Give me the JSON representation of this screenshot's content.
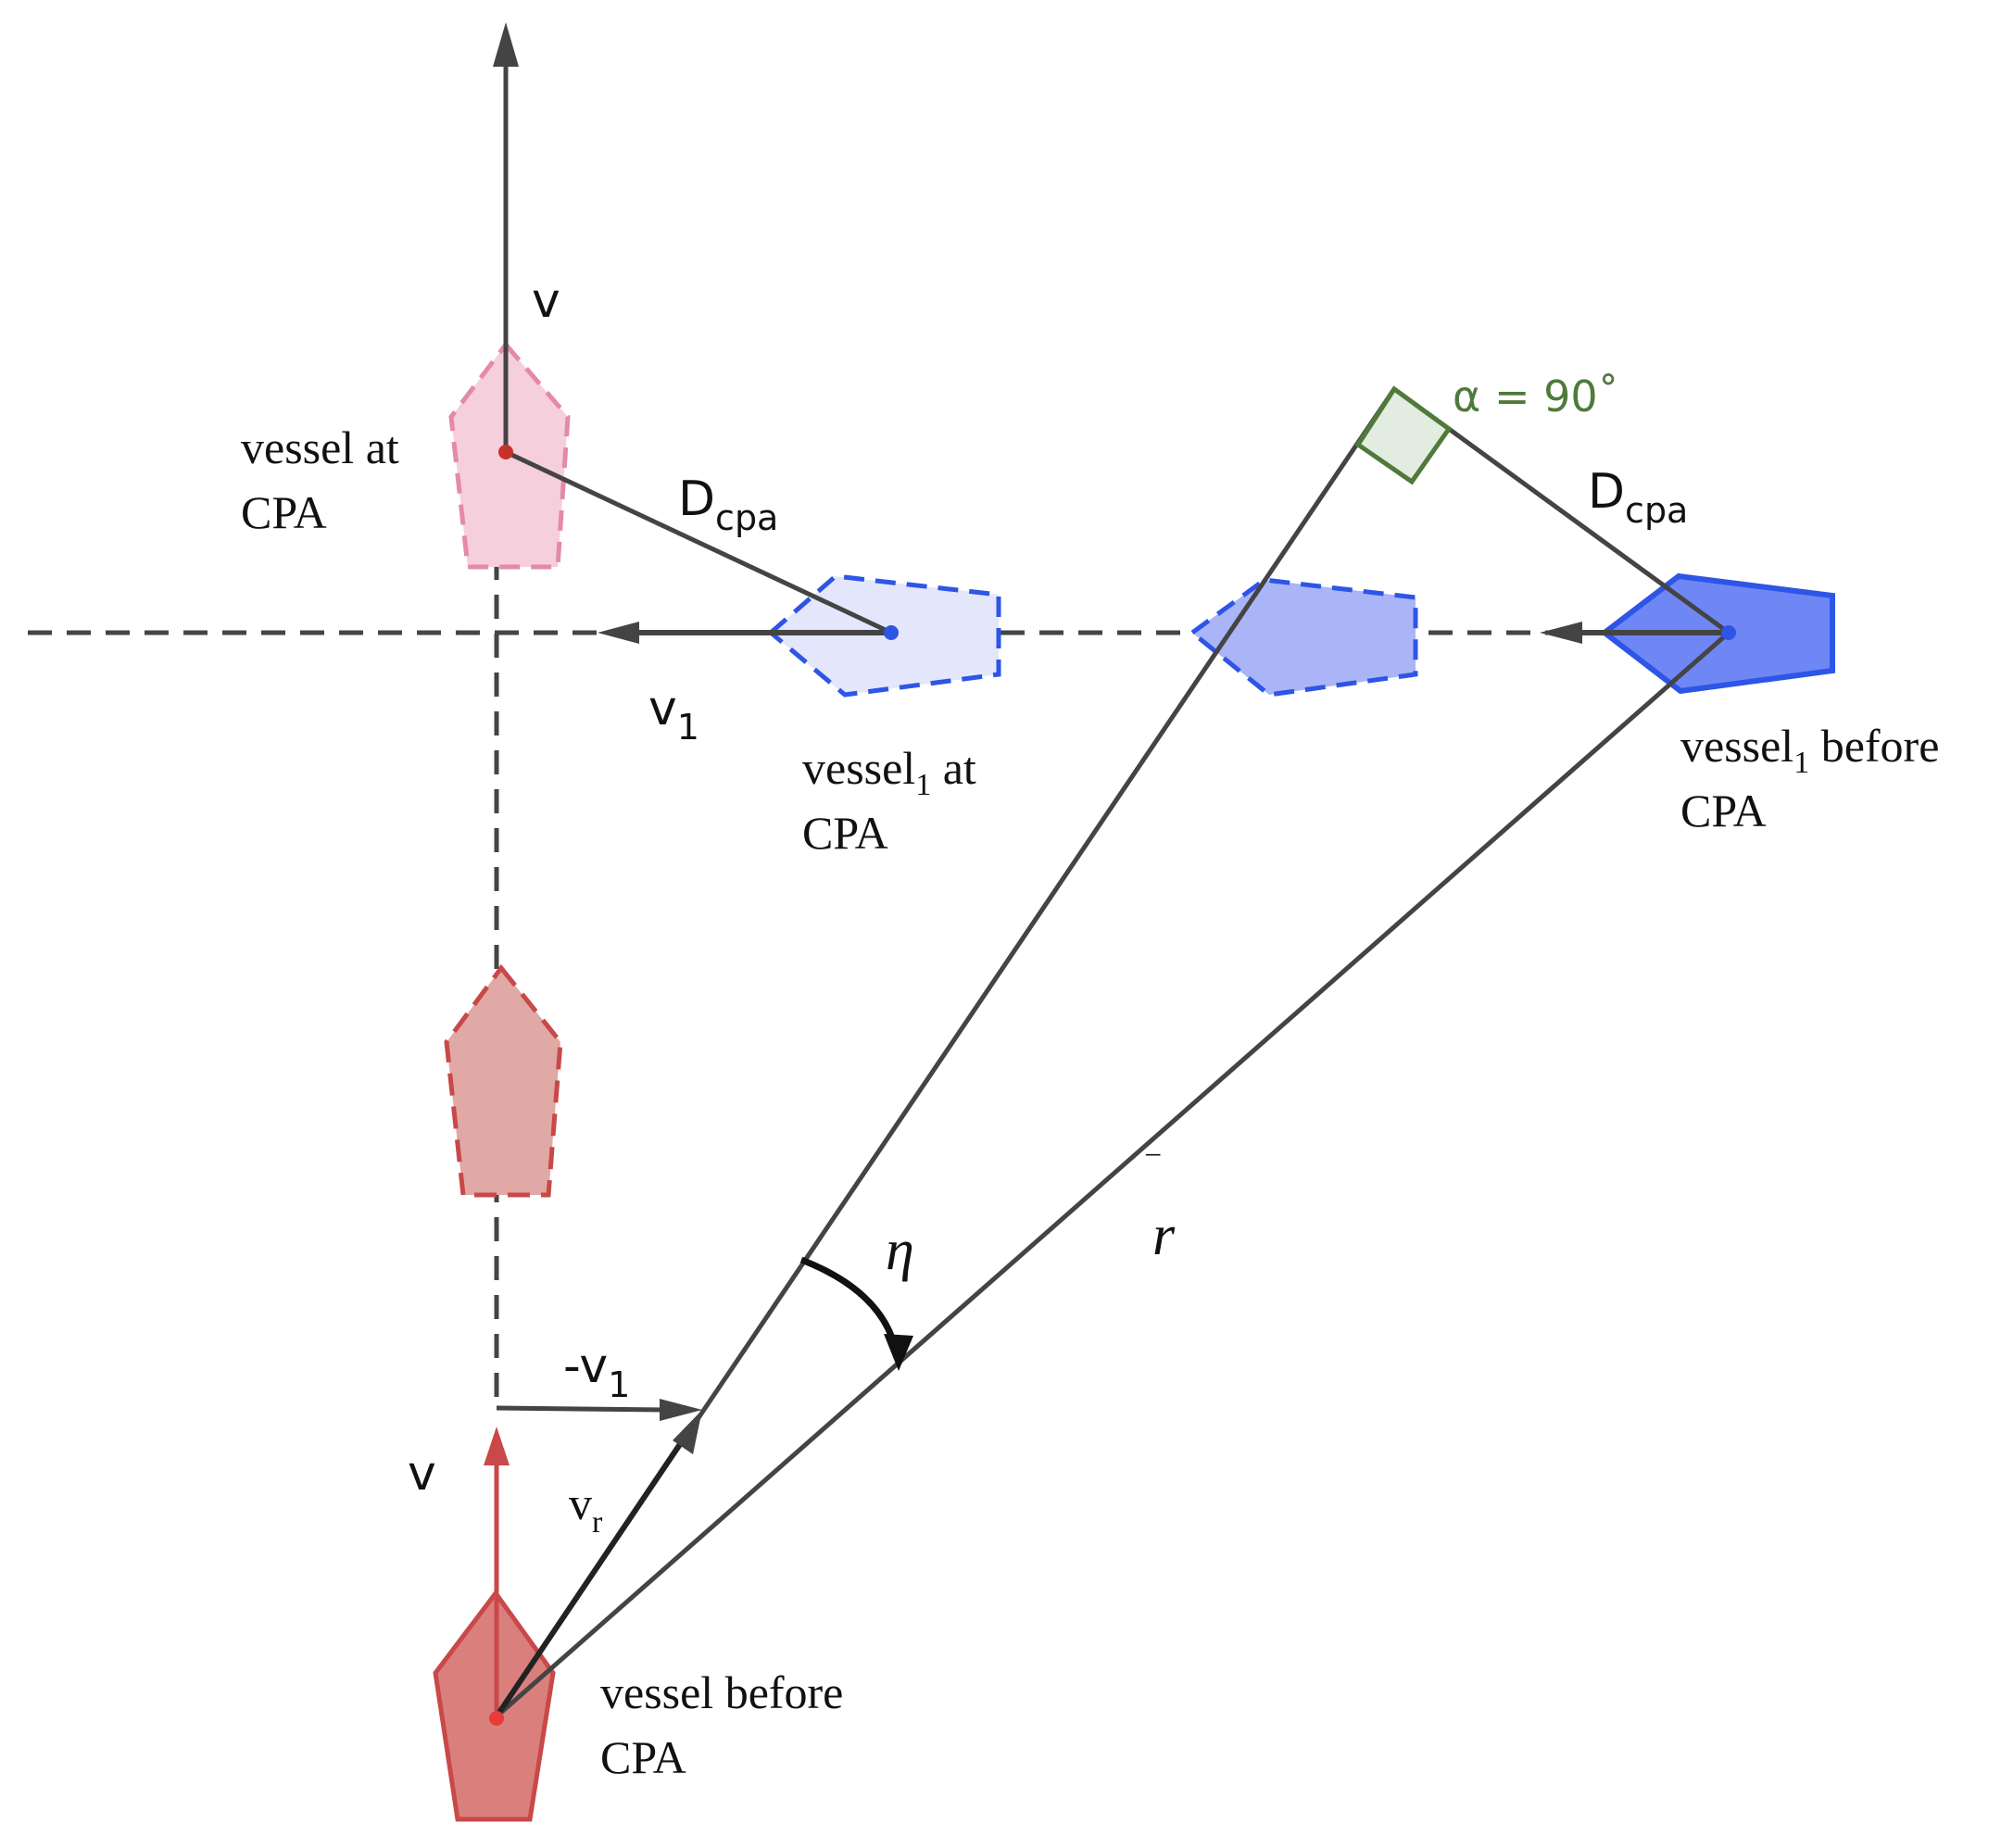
{
  "labels": {
    "v_top": "v",
    "vessel_at_cpa": [
      "vessel at",
      "CPA"
    ],
    "d_cpa_left": {
      "main": "D",
      "sub": "cpa"
    },
    "v1": {
      "main": "v",
      "sub": "1"
    },
    "vessel1_at_cpa": {
      "line1_main": "vessel",
      "line1_sub": "1",
      "line1_rest": " at",
      "line2": "CPA"
    },
    "alpha": "α = 90˚",
    "d_cpa_right": {
      "main": "D",
      "sub": "cpa"
    },
    "vessel1_before_cpa": {
      "line1_main": "vessel",
      "line1_sub": "1",
      "line1_rest": " before",
      "line2": "CPA"
    },
    "eta": "η",
    "r": "r",
    "r_bar": "‾",
    "neg_v1": {
      "main": "-v",
      "sub": "1"
    },
    "v_bottom": "v",
    "vr": {
      "main": "v",
      "sub": "r"
    },
    "vessel_before_cpa": [
      "vessel before",
      "CPA"
    ]
  },
  "colors": {
    "line": "#444444",
    "red_strong": "#c94848",
    "red_fill": "#d9807d",
    "red_mid_fill": "#e0a9a5",
    "pink_fill": "#f6cfdc",
    "pink_stroke": "#e48aa8",
    "blue_strong": "#2d55e6",
    "blue_fill": "#6f87f5",
    "blue_mid_fill": "#aab5f7",
    "blue_light_fill": "#e4e7fb",
    "green": "#4f7a3a",
    "green_fill": "#e3ece0"
  }
}
